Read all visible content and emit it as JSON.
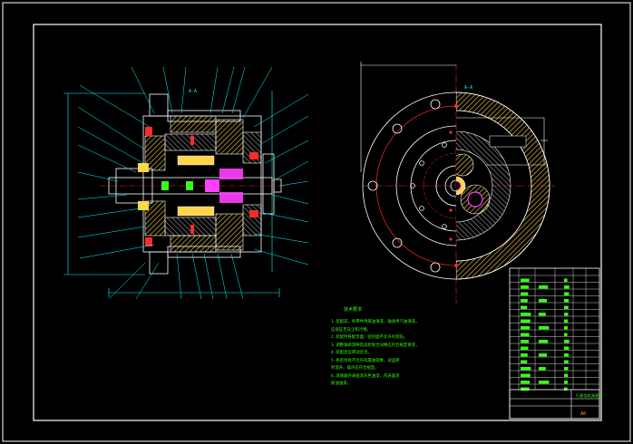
{
  "drawing": {
    "colors": {
      "background": "#000000",
      "frame": "#ffffff",
      "dimension": "#00ffff",
      "section": "#ffffff",
      "hatch": "#ffd54a",
      "red": "#ff2a2a",
      "green": "#39ff14",
      "magenta": "#ff40ff",
      "orange": "#ff9a2a"
    },
    "left_view": {
      "section_label": "A-A"
    },
    "right_view": {
      "section_label": "A-A"
    },
    "notes": {
      "title": "技术要求",
      "lines": [
        "1.装配前，各零件用煤油清洗，轴承用汽油清洗，",
        "应保证无灰尘和污物。",
        "2.装配时各配合面、密封面不允许有划伤。",
        "3.调整轴承游隙及齿轮啮合间隙应符合规定要求，",
        "4.装配后应转动灵活。",
        "5.各密封处不允许有漏油现象，试运转",
        "时温升、噪声应符合规定。",
        "6.减速器外表面涂灰色油漆，内表面涂",
        "耐油油漆。"
      ]
    },
    "title_block": {
      "drawing_name": "行星齿轮减速器",
      "label": "A0"
    }
  }
}
